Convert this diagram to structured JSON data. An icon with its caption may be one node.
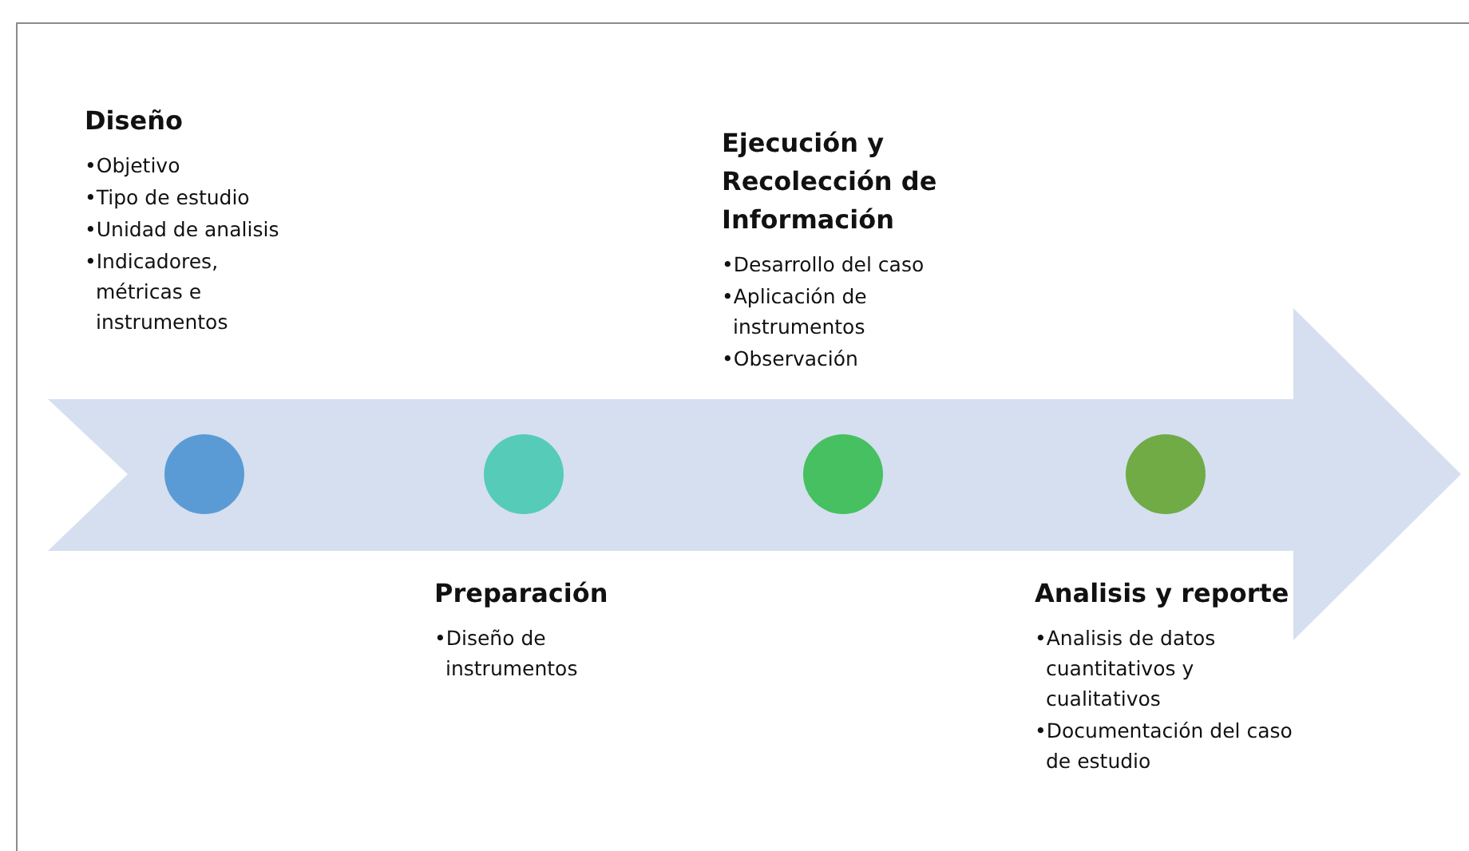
{
  "diagram": {
    "nodes": [
      {
        "text": [],
        "shape": "circle",
        "beside": [
          "Diseño",
          "•Objetivo",
          "•Tipo de estudio",
          "•Unidad de analisis",
          "•Indicadores, métricas e instrumentos"
        ]
      },
      {
        "text": [],
        "shape": "circle",
        "beside": [
          "Preparación",
          "•Diseño de instrumentos"
        ]
      },
      {
        "text": [],
        "shape": "circle",
        "beside": [
          "Ejecución y Recolección de Información",
          "•Desarrollo del caso",
          "•Aplicación de instrumentos",
          "•Observación"
        ]
      },
      {
        "text": [],
        "shape": "circle",
        "beside": [
          "Analisis y reporte",
          "•Analisis de datos cuantitativos y cualitativos",
          "•Documentación del caso de estudio"
        ]
      }
    ]
  }
}
